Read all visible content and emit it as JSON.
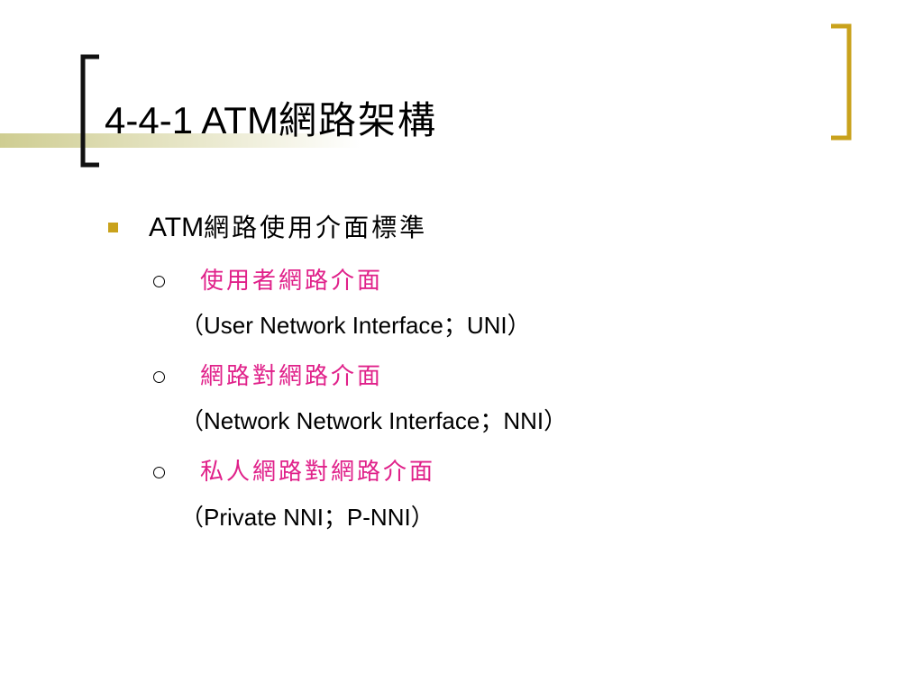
{
  "slide": {
    "title_code": "4-4-1  ATM",
    "title_cjk": "網路架構",
    "colors": {
      "bracket_left": "#111111",
      "bracket_right": "#c9a21c",
      "accent_band": "#c6c47e",
      "bullet": "#c9a21c",
      "sub_heading": "#e0218a"
    }
  },
  "bullets": [
    {
      "prefix": "ATM",
      "text": "網路使用介面標準",
      "sub_items": [
        {
          "heading": "使用者網路介面",
          "open_paren": "（",
          "detail": "User Network Interface；UNI",
          "close_paren": "）"
        },
        {
          "heading": "網路對網路介面",
          "open_paren": "（",
          "detail": "Network Network Interface；NNI",
          "close_paren": "）"
        },
        {
          "heading": "私人網路對網路介面",
          "open_paren": "（",
          "detail": "Private NNI；P-NNI",
          "close_paren": "）"
        }
      ]
    }
  ]
}
